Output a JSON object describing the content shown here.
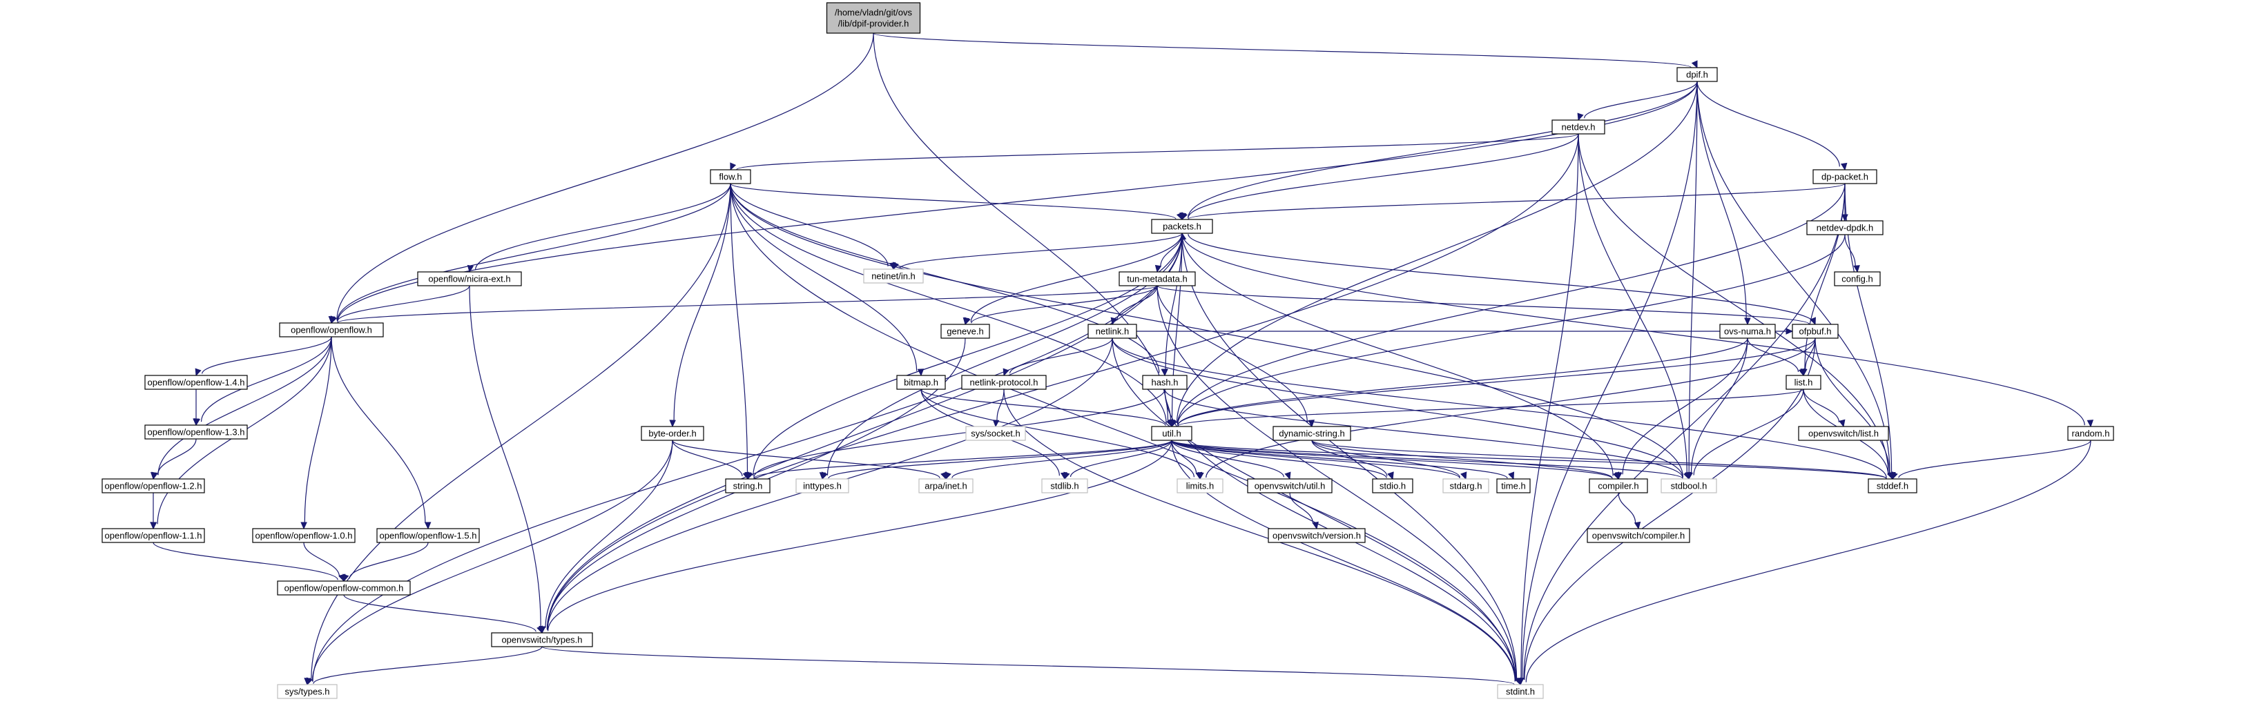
{
  "diagram": {
    "nodes": [
      {
        "id": "root",
        "lines": [
          "/home/vladn/git/ovs",
          "/lib/dpif-provider.h"
        ],
        "root": true
      },
      {
        "id": "dpif",
        "lines": [
          "dpif.h"
        ]
      },
      {
        "id": "netdev",
        "lines": [
          "netdev.h"
        ]
      },
      {
        "id": "flow",
        "lines": [
          "flow.h"
        ]
      },
      {
        "id": "dppacket",
        "lines": [
          "dp-packet.h"
        ]
      },
      {
        "id": "packets",
        "lines": [
          "packets.h"
        ]
      },
      {
        "id": "netdevdpdk",
        "lines": [
          "netdev-dpdk.h"
        ]
      },
      {
        "id": "config",
        "lines": [
          "config.h"
        ]
      },
      {
        "id": "netinet",
        "lines": [
          "netinet/in.h"
        ],
        "ext": true
      },
      {
        "id": "nicira",
        "lines": [
          "openflow/nicira-ext.h"
        ]
      },
      {
        "id": "tunmeta",
        "lines": [
          "tun-metadata.h"
        ]
      },
      {
        "id": "openflow",
        "lines": [
          "openflow/openflow.h"
        ]
      },
      {
        "id": "geneve",
        "lines": [
          "geneve.h"
        ]
      },
      {
        "id": "netlink",
        "lines": [
          "netlink.h"
        ]
      },
      {
        "id": "ovsnuma",
        "lines": [
          "ovs-numa.h"
        ]
      },
      {
        "id": "ofpbuf",
        "lines": [
          "ofpbuf.h"
        ]
      },
      {
        "id": "of14",
        "lines": [
          "openflow/openflow-1.4.h"
        ]
      },
      {
        "id": "of13",
        "lines": [
          "openflow/openflow-1.3.h"
        ]
      },
      {
        "id": "of12",
        "lines": [
          "openflow/openflow-1.2.h"
        ]
      },
      {
        "id": "of11",
        "lines": [
          "openflow/openflow-1.1.h"
        ]
      },
      {
        "id": "of10",
        "lines": [
          "openflow/openflow-1.0.h"
        ]
      },
      {
        "id": "of15",
        "lines": [
          "openflow/openflow-1.5.h"
        ]
      },
      {
        "id": "ofcommon",
        "lines": [
          "openflow/openflow-common.h"
        ]
      },
      {
        "id": "bitmap",
        "lines": [
          "bitmap.h"
        ]
      },
      {
        "id": "nlproto",
        "lines": [
          "netlink-protocol.h"
        ]
      },
      {
        "id": "hash",
        "lines": [
          "hash.h"
        ]
      },
      {
        "id": "listh",
        "lines": [
          "list.h"
        ]
      },
      {
        "id": "random",
        "lines": [
          "random.h"
        ]
      },
      {
        "id": "socket",
        "lines": [
          "sys/socket.h"
        ],
        "ext": true
      },
      {
        "id": "byteorder",
        "lines": [
          "byte-order.h"
        ]
      },
      {
        "id": "util",
        "lines": [
          "util.h"
        ]
      },
      {
        "id": "dynstr",
        "lines": [
          "dynamic-string.h"
        ]
      },
      {
        "id": "ovslist",
        "lines": [
          "openvswitch/list.h"
        ]
      },
      {
        "id": "stringh",
        "lines": [
          "string.h"
        ]
      },
      {
        "id": "inttypes",
        "lines": [
          "inttypes.h"
        ],
        "ext": true
      },
      {
        "id": "arpa",
        "lines": [
          "arpa/inet.h"
        ],
        "ext": true
      },
      {
        "id": "stdlib",
        "lines": [
          "stdlib.h"
        ],
        "ext": true
      },
      {
        "id": "limits",
        "lines": [
          "limits.h"
        ],
        "ext": true
      },
      {
        "id": "ovsutil",
        "lines": [
          "openvswitch/util.h"
        ]
      },
      {
        "id": "stdio",
        "lines": [
          "stdio.h"
        ]
      },
      {
        "id": "stdarg",
        "lines": [
          "stdarg.h"
        ],
        "ext": true
      },
      {
        "id": "timeh",
        "lines": [
          "time.h"
        ]
      },
      {
        "id": "compiler",
        "lines": [
          "compiler.h"
        ]
      },
      {
        "id": "stdbool",
        "lines": [
          "stdbool.h"
        ],
        "ext": true
      },
      {
        "id": "stddef",
        "lines": [
          "stddef.h"
        ]
      },
      {
        "id": "ovsversion",
        "lines": [
          "openvswitch/version.h"
        ]
      },
      {
        "id": "ovscompiler",
        "lines": [
          "openvswitch/compiler.h"
        ]
      },
      {
        "id": "ovstypes",
        "lines": [
          "openvswitch/types.h"
        ]
      },
      {
        "id": "systypes",
        "lines": [
          "sys/types.h"
        ],
        "ext": true
      },
      {
        "id": "stdint",
        "lines": [
          "stdint.h"
        ],
        "ext": true
      }
    ],
    "edges": [
      [
        "root",
        "dpif"
      ],
      [
        "root",
        "openflow"
      ],
      [
        "root",
        "util"
      ],
      [
        "dpif",
        "netdev"
      ],
      [
        "dpif",
        "dppacket"
      ],
      [
        "dpif",
        "packets"
      ],
      [
        "dpif",
        "openflow"
      ],
      [
        "dpif",
        "util"
      ],
      [
        "dpif",
        "ovsnuma"
      ],
      [
        "dpif",
        "stdbool"
      ],
      [
        "dpif",
        "stddef"
      ],
      [
        "dpif",
        "stdint"
      ],
      [
        "netdev",
        "flow"
      ],
      [
        "netdev",
        "packets"
      ],
      [
        "netdev",
        "ovstypes"
      ],
      [
        "netdev",
        "stdbool"
      ],
      [
        "netdev",
        "stddef"
      ],
      [
        "netdev",
        "stdint"
      ],
      [
        "flow",
        "openflow"
      ],
      [
        "flow",
        "nicira"
      ],
      [
        "flow",
        "packets"
      ],
      [
        "flow",
        "netinet"
      ],
      [
        "flow",
        "hash"
      ],
      [
        "flow",
        "util"
      ],
      [
        "flow",
        "bitmap"
      ],
      [
        "flow",
        "byteorder"
      ],
      [
        "flow",
        "stringh"
      ],
      [
        "flow",
        "systypes"
      ],
      [
        "flow",
        "stdint"
      ],
      [
        "flow",
        "stdbool"
      ],
      [
        "dppacket",
        "packets"
      ],
      [
        "dppacket",
        "netdevdpdk"
      ],
      [
        "dppacket",
        "util"
      ],
      [
        "dppacket",
        "listh"
      ],
      [
        "dppacket",
        "stddef"
      ],
      [
        "dppacket",
        "stdint"
      ],
      [
        "netdevdpdk",
        "config"
      ],
      [
        "netdevdpdk",
        "util"
      ],
      [
        "packets",
        "netinet"
      ],
      [
        "packets",
        "tunmeta"
      ],
      [
        "packets",
        "geneve"
      ],
      [
        "packets",
        "hash"
      ],
      [
        "packets",
        "util"
      ],
      [
        "packets",
        "random"
      ],
      [
        "packets",
        "ovstypes"
      ],
      [
        "packets",
        "compiler"
      ],
      [
        "packets",
        "stringh"
      ],
      [
        "packets",
        "inttypes"
      ],
      [
        "packets",
        "systypes"
      ],
      [
        "packets",
        "stdint"
      ],
      [
        "tunmeta",
        "openflow"
      ],
      [
        "tunmeta",
        "geneve"
      ],
      [
        "tunmeta",
        "netlink"
      ],
      [
        "tunmeta",
        "ofpbuf"
      ],
      [
        "tunmeta",
        "dynstr"
      ],
      [
        "tunmeta",
        "stdint"
      ],
      [
        "nicira",
        "openflow"
      ],
      [
        "nicira",
        "ovstypes"
      ],
      [
        "geneve",
        "ovstypes"
      ],
      [
        "netlink",
        "nlproto"
      ],
      [
        "netlink",
        "ofpbuf"
      ],
      [
        "netlink",
        "ovstypes"
      ],
      [
        "netlink",
        "stdbool"
      ],
      [
        "netlink",
        "stddef"
      ],
      [
        "netlink",
        "stdint"
      ],
      [
        "ovsnuma",
        "listh"
      ],
      [
        "ovsnuma",
        "compiler"
      ],
      [
        "ovsnuma",
        "stdbool"
      ],
      [
        "ovsnuma",
        "util"
      ],
      [
        "ofpbuf",
        "packets"
      ],
      [
        "ofpbuf",
        "listh"
      ],
      [
        "ofpbuf",
        "util"
      ],
      [
        "ofpbuf",
        "stddef"
      ],
      [
        "ofpbuf",
        "stdint"
      ],
      [
        "ofpbuf",
        "limits"
      ],
      [
        "openflow",
        "of10"
      ],
      [
        "openflow",
        "of11"
      ],
      [
        "openflow",
        "of12"
      ],
      [
        "openflow",
        "of13"
      ],
      [
        "openflow",
        "of14"
      ],
      [
        "openflow",
        "of15"
      ],
      [
        "of14",
        "of13"
      ],
      [
        "of13",
        "of12"
      ],
      [
        "of12",
        "of11"
      ],
      [
        "of11",
        "ofcommon"
      ],
      [
        "of10",
        "ofcommon"
      ],
      [
        "of15",
        "ofcommon"
      ],
      [
        "ofcommon",
        "ovstypes"
      ],
      [
        "bitmap",
        "util"
      ],
      [
        "bitmap",
        "limits"
      ],
      [
        "bitmap",
        "stdlib"
      ],
      [
        "nlproto",
        "socket"
      ],
      [
        "nlproto",
        "stdint"
      ],
      [
        "hash",
        "util"
      ],
      [
        "hash",
        "stdint"
      ],
      [
        "hash",
        "stringh"
      ],
      [
        "hash",
        "stdbool"
      ],
      [
        "listh",
        "ovslist"
      ],
      [
        "listh",
        "util"
      ],
      [
        "listh",
        "stdbool"
      ],
      [
        "listh",
        "stddef"
      ],
      [
        "random",
        "stddef"
      ],
      [
        "random",
        "stdint"
      ],
      [
        "byteorder",
        "arpa"
      ],
      [
        "byteorder",
        "ovstypes"
      ],
      [
        "byteorder",
        "stringh"
      ],
      [
        "byteorder",
        "systypes"
      ],
      [
        "util",
        "ovstypes"
      ],
      [
        "util",
        "stringh"
      ],
      [
        "util",
        "inttypes"
      ],
      [
        "util",
        "arpa"
      ],
      [
        "util",
        "stdlib"
      ],
      [
        "util",
        "limits"
      ],
      [
        "util",
        "ovsutil"
      ],
      [
        "util",
        "stdio"
      ],
      [
        "util",
        "stdarg"
      ],
      [
        "util",
        "timeh"
      ],
      [
        "util",
        "compiler"
      ],
      [
        "util",
        "stdbool"
      ],
      [
        "util",
        "stddef"
      ],
      [
        "util",
        "stdint"
      ],
      [
        "dynstr",
        "compiler"
      ],
      [
        "dynstr",
        "stdarg"
      ],
      [
        "dynstr",
        "stdio"
      ],
      [
        "dynstr",
        "stddef"
      ],
      [
        "ovsutil",
        "ovsversion"
      ],
      [
        "compiler",
        "ovscompiler"
      ],
      [
        "ovstypes",
        "systypes"
      ],
      [
        "ovstypes",
        "stdint"
      ]
    ]
  }
}
